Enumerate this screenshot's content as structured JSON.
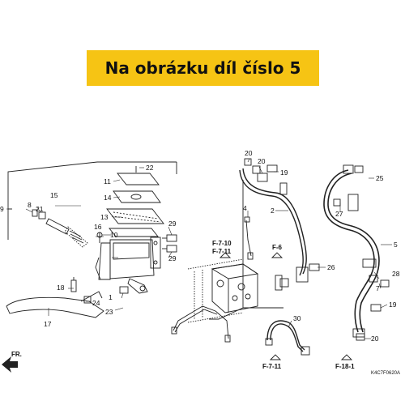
{
  "banner": {
    "text": "Na obrázku díl číslo 5",
    "bg_color": "#f6c414"
  },
  "callouts": {
    "c1": "1",
    "c2": "2",
    "c4": "4",
    "c5": "5",
    "c7": "7",
    "c9": "9",
    "c10": "10",
    "c11": "11",
    "c13": "13",
    "c14": "14",
    "c15": "15",
    "c16": "16",
    "c17": "17",
    "c18": "18",
    "c19a": "19",
    "c19b": "19",
    "c20a": "20",
    "c20b": "20",
    "c21": "21",
    "c22": "22",
    "c23": "23",
    "c24": "24",
    "c25": "25",
    "c26": "26",
    "c27": "27",
    "c28": "28",
    "c29a": "29",
    "c29b": "29",
    "c30": "30",
    "c8": "8"
  },
  "refs": {
    "r1": "F-7-10",
    "r2": "F-7-11",
    "r3": "F-6",
    "r4": "F-7-11",
    "r5": "F-18-1"
  },
  "fr_label": "FR.",
  "diagram_code": "K4C7F0620A"
}
